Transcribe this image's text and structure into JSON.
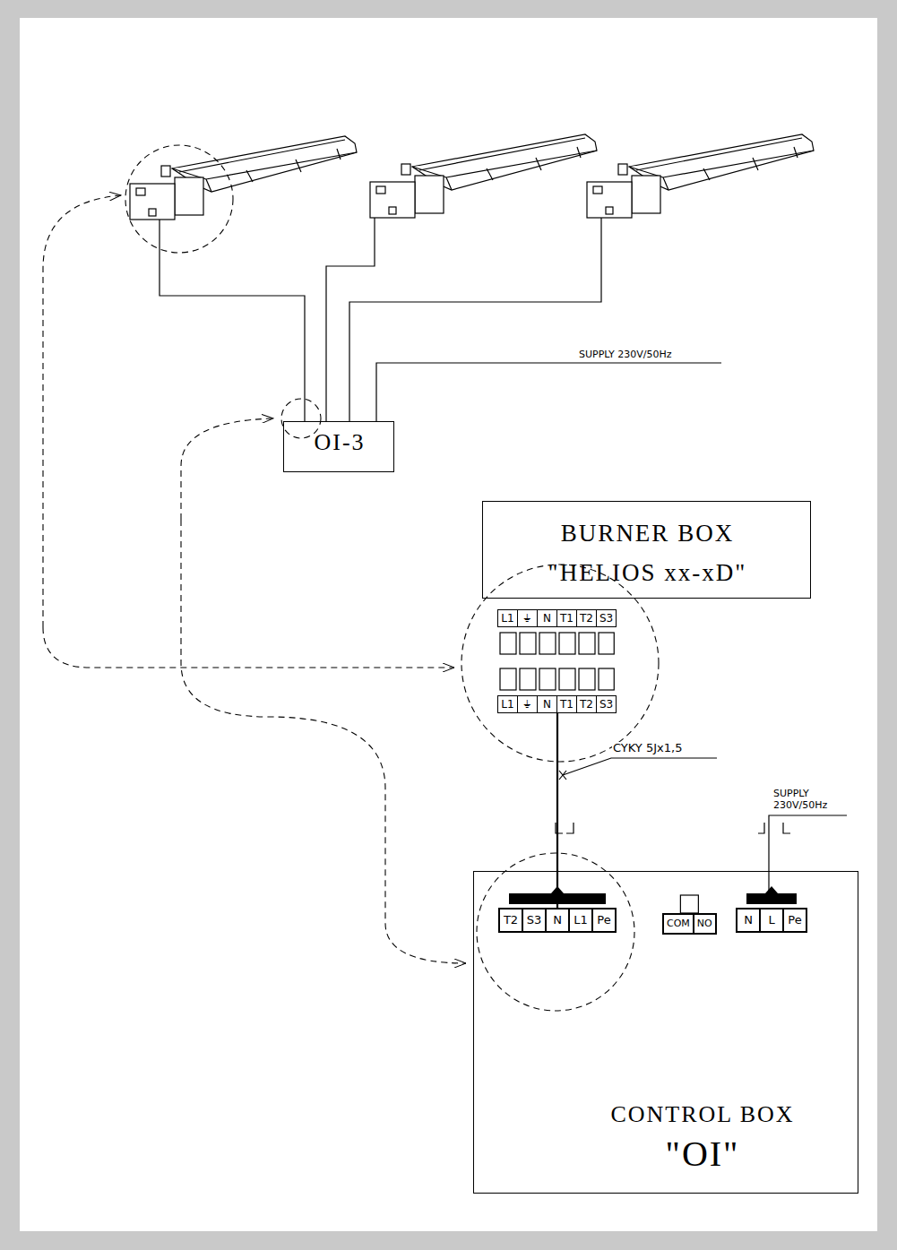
{
  "diagram": {
    "nodes": [
      {
        "text": [
          "OI-3"
        ]
      },
      {
        "text": [
          "BURNER BOX",
          "\"HELIOS xx-xD\""
        ]
      },
      {
        "text": [
          "L1",
          "⏚",
          "N",
          "T1",
          "T2",
          "S3"
        ]
      },
      {
        "text": [
          "L1",
          "⏚",
          "N",
          "T1",
          "T2",
          "S3"
        ]
      },
      {
        "text": [
          "CONTROL BOX",
          "\"OI\""
        ]
      },
      {
        "text": [
          "T2",
          "S3",
          "N",
          "L1",
          "Pe"
        ],
        "in": 4
      },
      {
        "text": [
          "COM",
          "NO"
        ],
        "in": 4
      },
      {
        "text": [
          "N",
          "L",
          "Pe"
        ],
        "in": 4
      }
    ],
    "edges": [
      {
        "from": 3,
        "to": 5,
        "arrow": "none"
      }
    ],
    "labels": [
      "SUPPLY 230V/50Hz",
      "CYKY 5Jx1,5",
      "SUPPLY 230V/50Hz"
    ]
  }
}
